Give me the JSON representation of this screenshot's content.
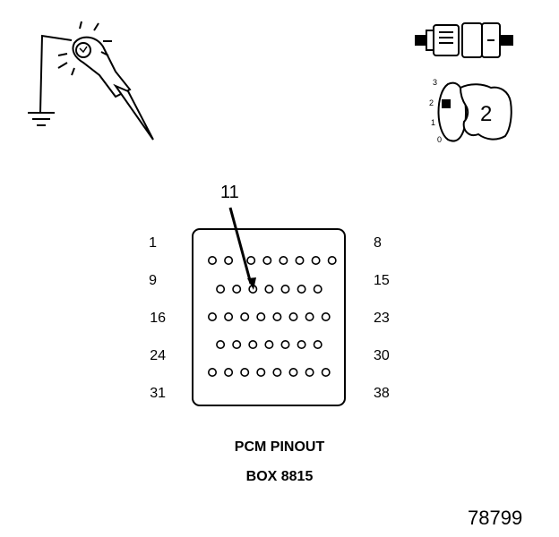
{
  "test_light_icon": "test-light-probe",
  "ignition_icon": "ignition-key-switch",
  "ignition": {
    "positions": [
      "3",
      "2",
      "1",
      "0"
    ],
    "selected": "2"
  },
  "connector": {
    "callout": "11",
    "left_labels": [
      "1",
      "9",
      "16",
      "24",
      "31"
    ],
    "right_labels": [
      "8",
      "15",
      "23",
      "30",
      "38"
    ],
    "rows": [
      {
        "from": 1,
        "to": 8,
        "pins": 8,
        "gap_after": 2
      },
      {
        "from": 9,
        "to": 15,
        "pins": 7
      },
      {
        "from": 16,
        "to": 23,
        "pins": 8
      },
      {
        "from": 24,
        "to": 30,
        "pins": 7
      },
      {
        "from": 31,
        "to": 38,
        "pins": 8
      }
    ],
    "highlight_pin": 11
  },
  "title_line1": "PCM PINOUT",
  "title_line2": "BOX 8815",
  "figure_number": "78799"
}
